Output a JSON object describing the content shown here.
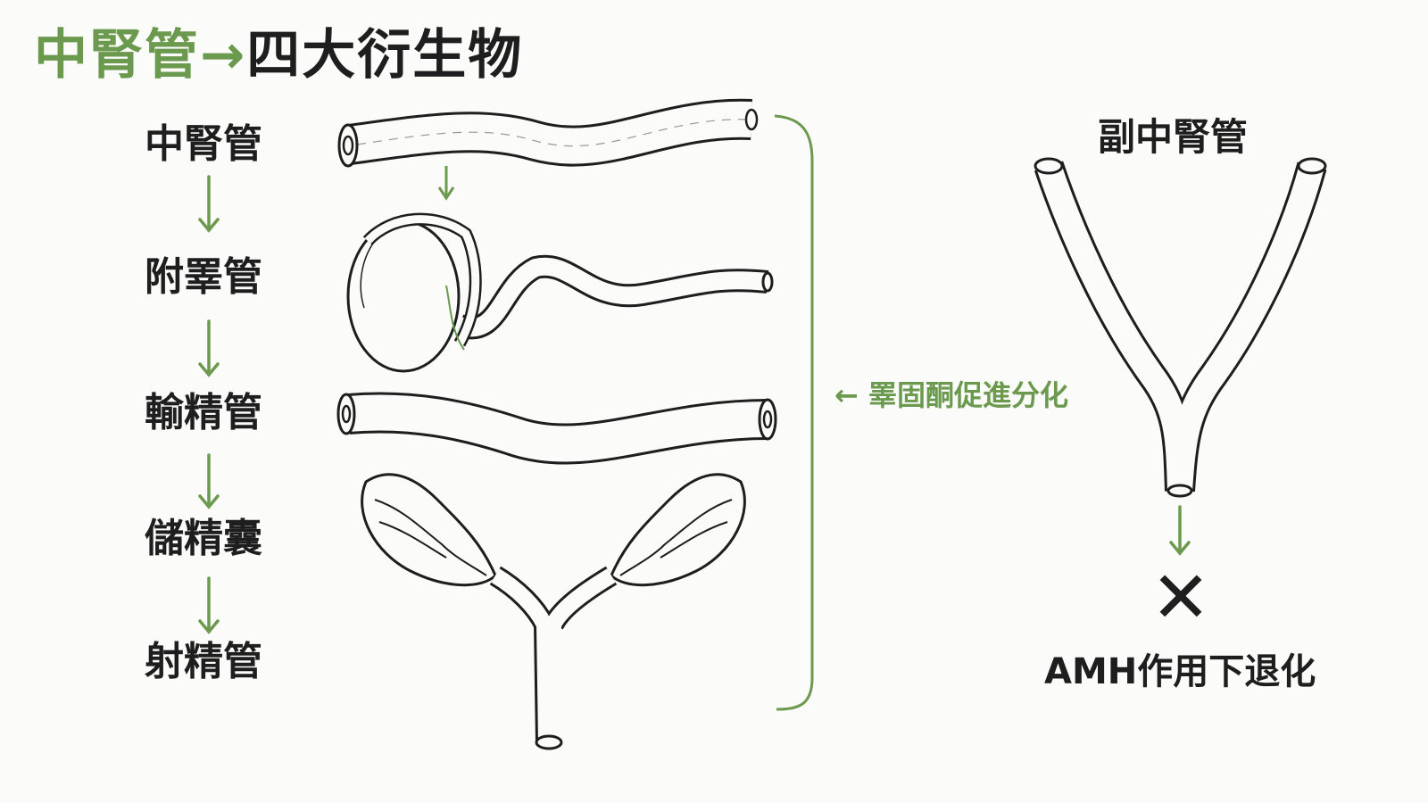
{
  "title": {
    "part1": "中腎管",
    "arrow": "→",
    "part2": "四大衍生物"
  },
  "derivatives": [
    "中腎管",
    "附睪管",
    "輸精管",
    "儲精囊",
    "射精管"
  ],
  "annotation": {
    "arrow": "←",
    "text": "睪固酮促進分化"
  },
  "paramesonephric": {
    "title": "副中腎管",
    "result_symbol": "✕",
    "result_text": "AMH作用下退化"
  },
  "colors": {
    "accent": "#6b9a4e",
    "ink": "#1e1e1e"
  }
}
